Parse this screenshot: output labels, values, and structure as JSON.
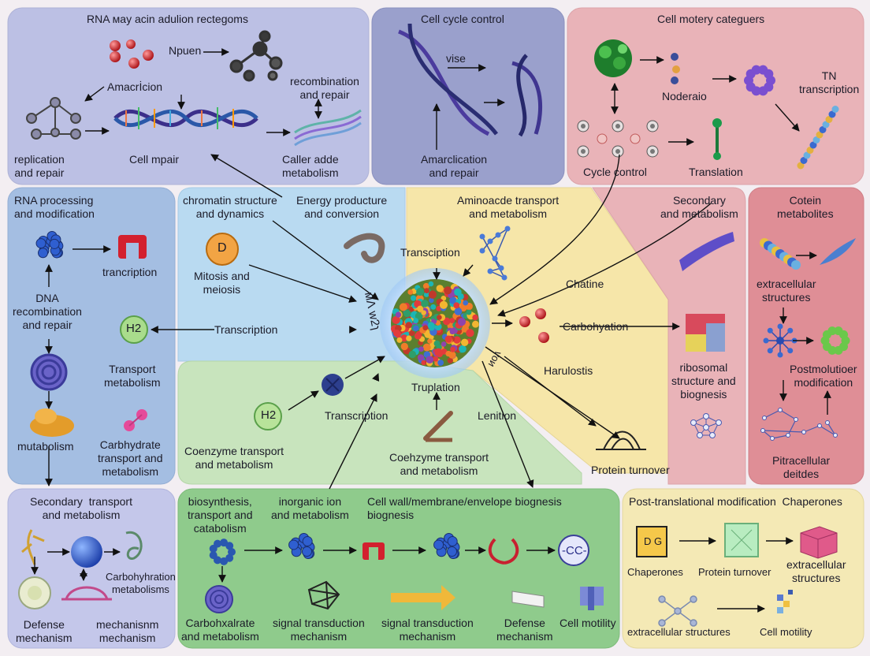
{
  "panels": {
    "p1": {
      "title": "RNA ᴍay acin adulion rectegoms",
      "labels": [
        "Npuen",
        "Amacrİcion",
        "recombination\nand repair",
        "replication\nand repair",
        "Cell mpair",
        "Caller adde\nmetabolism"
      ]
    },
    "p2": {
      "title": "Cell cycle control",
      "labels": [
        "vise",
        "Amarclication\nand repair"
      ]
    },
    "p3": {
      "title": "Cell motery categuers",
      "labels": [
        "Noderaio",
        "ТN\ntranscription",
        "Cycle control",
        "Translation"
      ]
    },
    "p4": {
      "title": "RNA processing\nand modification",
      "labels": [
        "trancription",
        "DNA\nrecombination\nand repair",
        "H2",
        "Transcription",
        "Transport\nmetabolism",
        "mutabolism",
        "Carbhydrate\ntransport and\nmetabolism"
      ]
    },
    "p5": {
      "title": "chromatin structure\nand dynamics",
      "labels": [
        "Energy producture\nand conversion",
        "D",
        "Mitosis and\nmeiosis"
      ]
    },
    "p6": {
      "title": "Aminoacde transport\nand metabolism",
      "labels": [
        "Transciption",
        "Chatine",
        "Carbohyation",
        "Harulostis",
        "Protein turnover"
      ]
    },
    "p7": {
      "title": "Secondary\nand metabolism",
      "labels": [
        "ribosomal\nstructure and\nbiognesis"
      ]
    },
    "p8": {
      "title": "Cotein\nmetabolites",
      "labels": [
        "extracellular\nstructures",
        "Postmolutioer\nmodification",
        "Pitracellular\ndeitdes"
      ]
    },
    "p9": {
      "title": "",
      "labels": [
        "H2",
        "Transcription",
        "Truplation",
        "Lenition",
        "Coenzyme transport\nand metabolism",
        "Coehzyme transport\nand metabolism"
      ]
    },
    "p10": {
      "title": "Secondary  transport\nand metabolism",
      "labels": [
        "Carbohyhration\nmetabolisms",
        "Defense\nmechanism",
        "mechanisnm\nmechanism"
      ]
    },
    "p11": {
      "title": "biosynthesis,\ntransport and\ncatabolism",
      "labels": [
        "inorganic ion\nand metabolism",
        "Cell wall/membrane/envelope biognesis\nbiognesis",
        "-CC-",
        "Carbohxalrate\nand metabolism",
        "signal transduction\nmechanism",
        "signal transduction\nmechanism",
        "Defense\nmechanism",
        "Cell motility"
      ]
    },
    "p12": {
      "title": "Post-translational modification  Chaperones",
      "labels": [
        "D G",
        "Chaperones",
        "Protein turnover",
        "extracellular\nstructures",
        "extracellular structures",
        "Cell motility"
      ]
    }
  },
  "center": {
    "rotated_left": "ᴍɅ ᴡ2ɿ",
    "rotated_right": "ᴎoᴧ"
  },
  "colors": {
    "lavender": "#bcc0e4",
    "slate_purple": "#9aa0cc",
    "pink": "#e9b3b8",
    "blue": "#a4bee2",
    "light_blue": "#b9daf1",
    "yellow": "#f6e6a9",
    "green": "#c8e4bd",
    "rose": "#df8e96",
    "dark_green": "#8fcb8c",
    "lilac": "#c4c7ea",
    "pale_yellow": "#f4e9b5"
  }
}
